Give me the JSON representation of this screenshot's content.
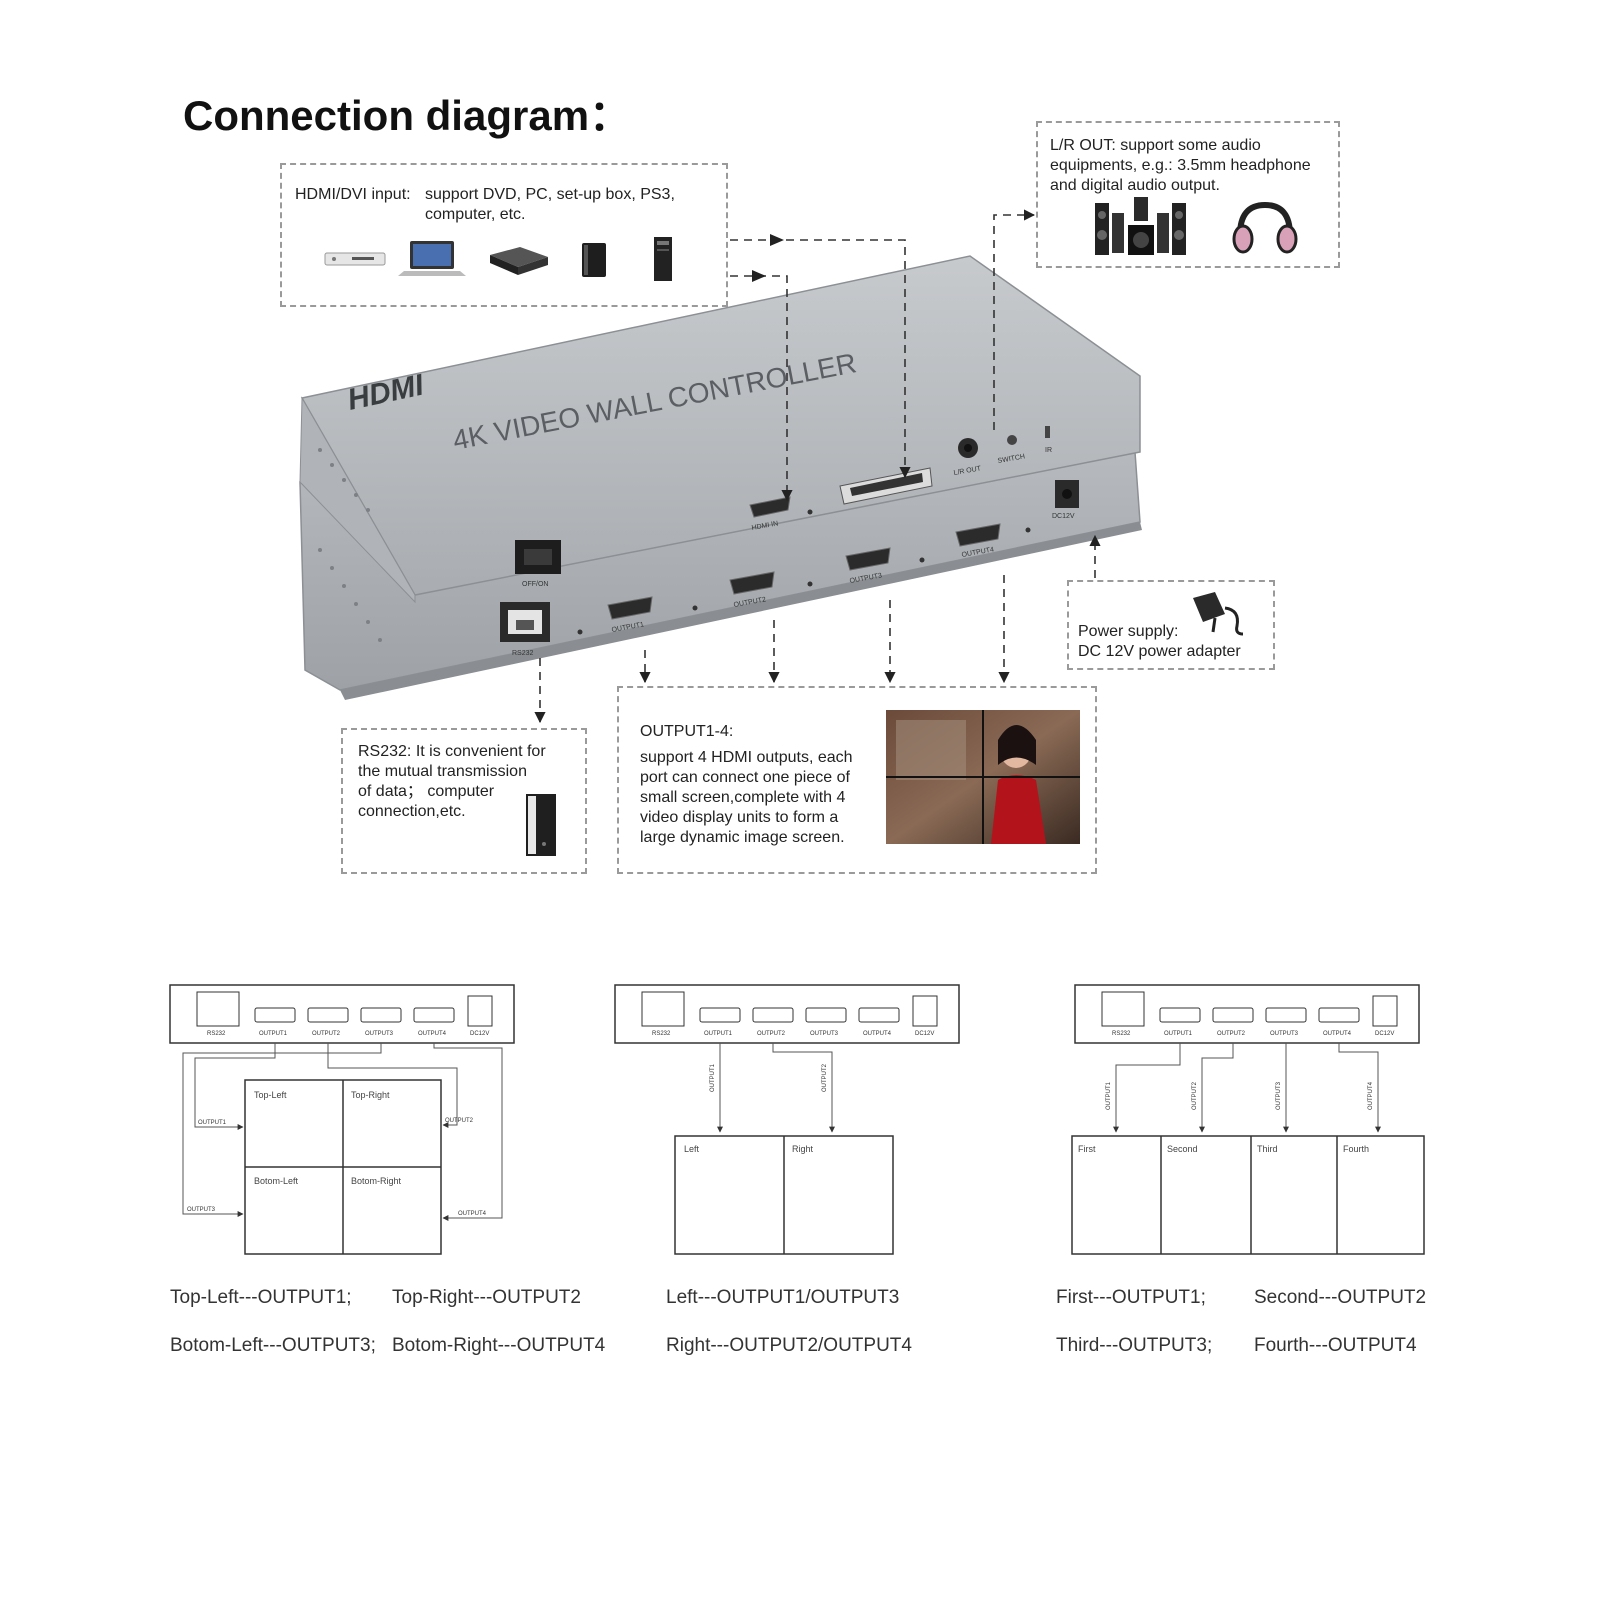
{
  "title": "Connection diagram：",
  "device": {
    "logo": "HDMI",
    "name": "4K VIDEO WALL CONTROLLER",
    "port_labels": {
      "hdmi_in": "HDMI IN",
      "lr_out": "L/R OUT",
      "switch": "SWITCH",
      "ir": "IR",
      "dc12v": "DC12V",
      "on_off": "OFF/ON",
      "rs232": "RS232",
      "output1": "OUTPUT1",
      "output2": "OUTPUT2",
      "output3": "OUTPUT3",
      "output4": "OUTPUT4"
    }
  },
  "callouts": {
    "hdmi_input": {
      "label": "HDMI/DVI input:",
      "line1": "support DVD, PC, set-up box, PS3,",
      "line2": "computer, etc."
    },
    "lr_out": {
      "line1": "L/R OUT: support some audio",
      "line2": "equipments, e.g.: 3.5mm headphone",
      "line3": "and digital audio output."
    },
    "power": {
      "line1": "Power supply:",
      "line2": "DC 12V power adapter"
    },
    "rs232": {
      "line1": "RS232: It is convenient for",
      "line2": "the mutual transmission",
      "line3": "of data； computer",
      "line4": "connection,etc."
    },
    "outputs": {
      "heading": "OUTPUT1-4:",
      "line1": "support 4 HDMI outputs, each",
      "line2": "port can connect one piece of",
      "line3": "small screen,complete with 4",
      "line4": "video display units to form a",
      "line5": "large dynamic image screen."
    }
  },
  "schematic_labels": {
    "rs232": "RS232",
    "output1": "OUTPUT1",
    "output2": "OUTPUT2",
    "output3": "OUTPUT3",
    "output4": "OUTPUT4",
    "dc12v": "DC12V"
  },
  "layout_2x2": {
    "cells": [
      "Top-Left",
      "Top-Right",
      "Botom-Left",
      "Botom-Right"
    ],
    "legend_line1_a": "Top-Left---OUTPUT1;",
    "legend_line1_b": "Top-Right---OUTPUT2",
    "legend_line2_a": "Botom-Left---OUTPUT3;",
    "legend_line2_b": "Botom-Right---OUTPUT4"
  },
  "layout_1x2": {
    "cells": [
      "Left",
      "Right"
    ],
    "legend_line1": "Left---OUTPUT1/OUTPUT3",
    "legend_line2": "Right---OUTPUT2/OUTPUT4"
  },
  "layout_1x4": {
    "cells": [
      "First",
      "Second",
      "Third",
      "Fourth"
    ],
    "legend_line1_a": "First---OUTPUT1;",
    "legend_line1_b": "Second---OUTPUT2",
    "legend_line2_a": "Third---OUTPUT3;",
    "legend_line2_b": "Fourth---OUTPUT4"
  }
}
